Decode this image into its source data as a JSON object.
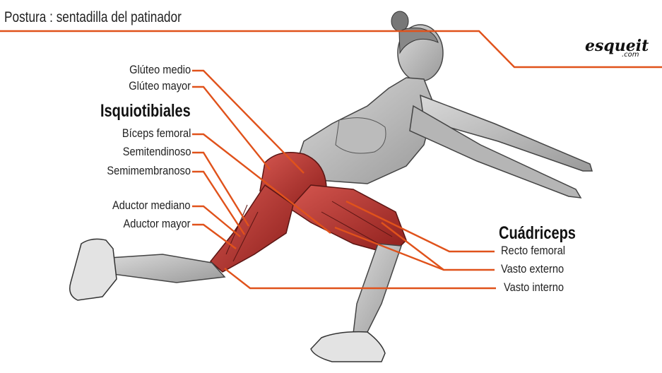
{
  "title": "Postura : sentadilla del patinador",
  "brand": {
    "name": "esqueit",
    "suffix": ".com"
  },
  "left_labels": {
    "gluteo_medio": "Glúteo medio",
    "gluteo_mayor": "Glúteo mayor",
    "group_isquiotibiales": "Isquiotibiales",
    "biceps_femoral": "Bíceps femoral",
    "semitendinoso": "Semitendinoso",
    "semimembranoso": "Semimembranoso",
    "aductor_mediano": "Aductor mediano",
    "aductor_mayor": "Aductor mayor"
  },
  "right_labels": {
    "group_cuadriceps": "Cuádriceps",
    "recto_femoral": "Recto femoral",
    "vasto_externo": "Vasto externo",
    "vasto_interno": "Vasto interno"
  },
  "colors": {
    "leader_line": "#e0521b",
    "muscle": "#c9302c",
    "sketch": "#444444"
  }
}
